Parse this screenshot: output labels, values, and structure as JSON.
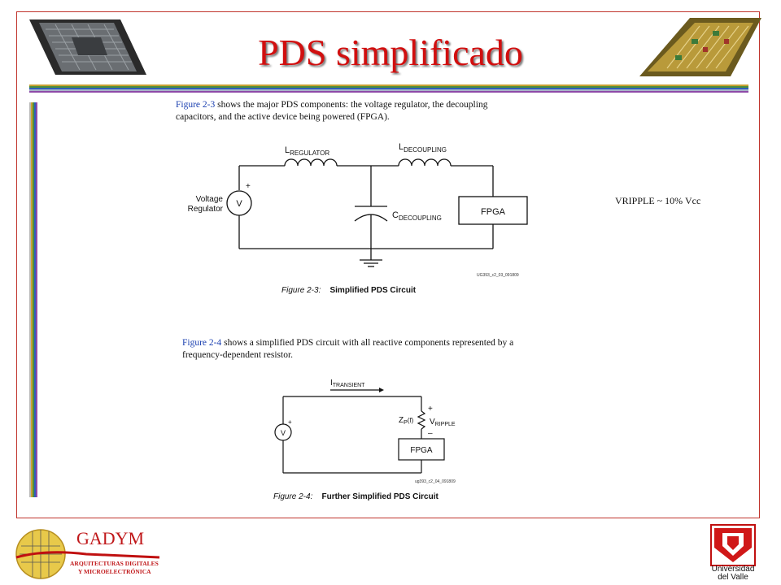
{
  "slide": {
    "title": "PDS simplificado",
    "side_note": "VRIPPLE ~  10% Vcc"
  },
  "doc": {
    "para1_ref": "Figure 2-3",
    "para1_line1": " shows the major PDS components: the voltage regulator, the decoupling",
    "para1_line2": "capacitors, and the active device being powered (FPGA).",
    "fig1": {
      "l_reg_main": "L",
      "l_reg_sub": "REGULATOR",
      "l_dec_main": "L",
      "l_dec_sub": "DECOUPLING",
      "c_dec_main": "C",
      "c_dec_sub": "DECOUPLING",
      "source_label_1": "Voltage",
      "source_label_2": "Regulator",
      "source_symbol": "V",
      "plus": "+",
      "fpga": "FPGA",
      "code": "UG393_c2_03_091809",
      "caption_num": "Figure 2-3:",
      "caption_text": "Simplified PDS Circuit"
    },
    "para2_ref": "Figure 2-4",
    "para2_line1": " shows a simplified PDS circuit with all reactive components represented by a",
    "para2_line2": "frequency-dependent resistor.",
    "fig2": {
      "i_main": "I",
      "i_sub": "TRANSIENT",
      "z_main": "Z",
      "z_sub": "P",
      "z_arg": "(f)",
      "v_main": "V",
      "v_sub": "RIPPLE",
      "plus": "+",
      "minus": "–",
      "source_symbol": "V",
      "fpga": "FPGA",
      "code": "ug393_c2_04_091809",
      "caption_num": "Figure 2-4:",
      "caption_text": "Further Simplified PDS Circuit"
    }
  },
  "logos": {
    "gadym_title": "GADYM",
    "gadym_line1": "ARQUITECTURAS DIGITALES",
    "gadym_line2": "Y MICROELECTRÓNICA",
    "univalle_line1": "Universidad",
    "univalle_line2": "del Valle"
  },
  "colors": {
    "title": "#d10f0f",
    "frame": "#c0342c",
    "link": "#1a3fb0"
  }
}
